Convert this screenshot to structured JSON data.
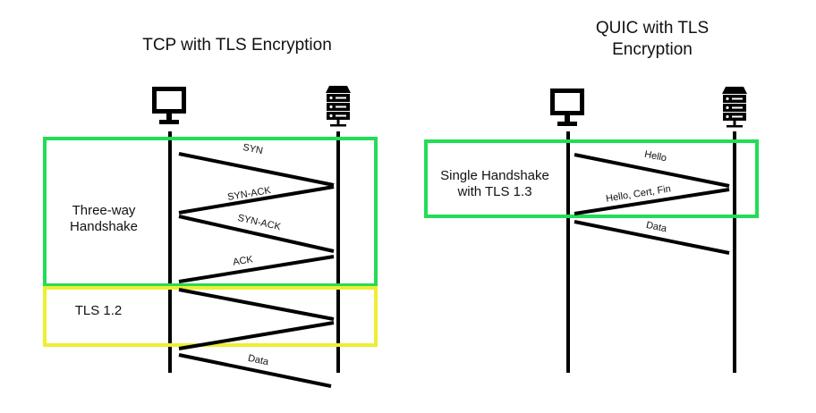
{
  "tcp": {
    "title": "TCP with TLS Encryption",
    "client_icon": "monitor-icon",
    "server_icon": "server-icon",
    "handshake_label_1": "Three-way",
    "handshake_label_2": "Handshake",
    "tls_label": "TLS 1.2",
    "messages": {
      "syn": "SYN",
      "syn_ack_1": "SYN-ACK",
      "syn_ack_2": "SYN-ACK",
      "ack": "ACK",
      "data": "Data"
    }
  },
  "quic": {
    "title_line1": "QUIC with TLS",
    "title_line2": "Encryption",
    "client_icon": "monitor-icon",
    "server_icon": "server-icon",
    "handshake_label_1": "Single Handshake",
    "handshake_label_2": "with TLS 1.3",
    "messages": {
      "hello": "Hello",
      "hello_cert_fin": "Hello, Cert, Fin",
      "data": "Data"
    }
  },
  "colors": {
    "handshake_box": "#22dd55",
    "tls_box": "#eeee33",
    "lines": "#000000"
  }
}
